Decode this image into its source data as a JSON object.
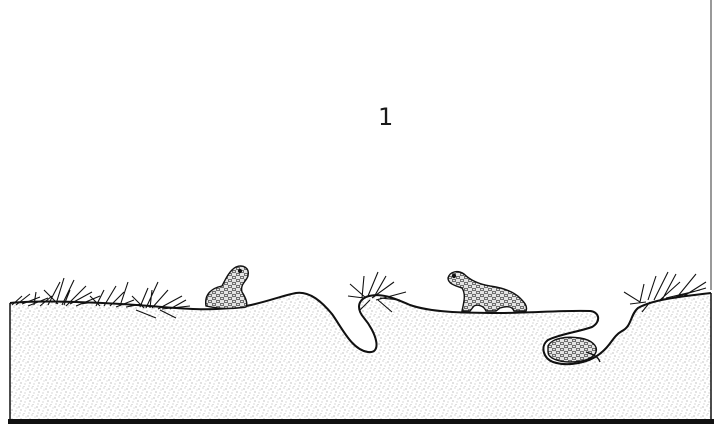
{
  "panel": {
    "number": "1"
  },
  "colors": {
    "ink": "#111111",
    "ground": "#ffffff",
    "stipple": "#555555",
    "fur": "#d9d9d9"
  },
  "elements": {
    "vegetation": [
      "grass-tuft",
      "grass-tuft",
      "grass-tuft",
      "grass-tuft",
      "grass-tuft",
      "grass-tuft"
    ],
    "animals": [
      "sitting-animal",
      "standing-animal",
      "curled-animal-in-burrow"
    ],
    "features": [
      "burrow-tunnel-left",
      "burrow-tunnel-right",
      "ground-surface"
    ]
  }
}
